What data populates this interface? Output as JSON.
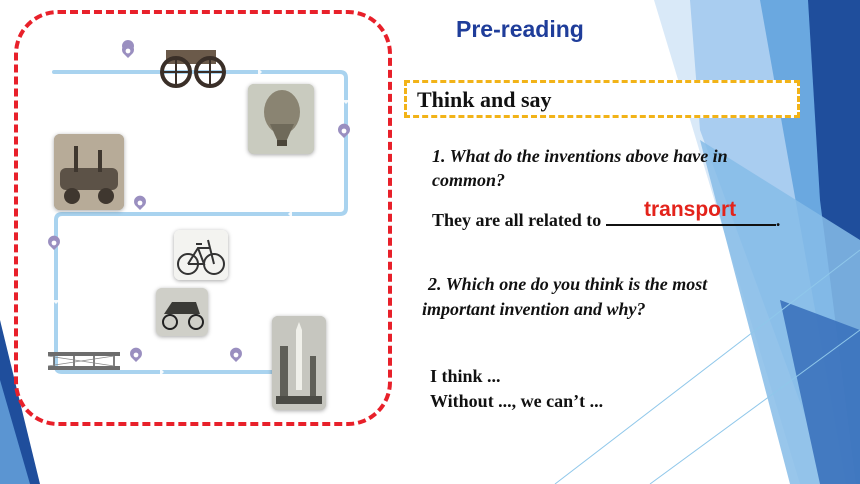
{
  "slide": {
    "title": "Pre-reading",
    "section_label": "Think and say",
    "question1_line1": "1. What do the inventions above have in",
    "question1_line2": "common?",
    "answer1_prefix": "They are all related to",
    "answer1_suffix": ".",
    "answer1_fill": "transport",
    "question2_line1": "2. Which one do you think is the most",
    "question2_line2": "important invention and why?",
    "prompt_line1": "I think ...",
    "prompt_line2": "Without ..., we can’t ..."
  },
  "colors": {
    "title": "#1f3d9a",
    "frame_border": "#e8202a",
    "box_border": "#f2b318",
    "answer": "#e3231b",
    "timeline": "#8fc7ea",
    "pin": "#9a8fc0",
    "bg_dark_blue": "#1f4e9c",
    "bg_light_blue": "#7ab4e4"
  },
  "images": [
    {
      "name": "horse-cart-image"
    },
    {
      "name": "hot-air-balloon-image"
    },
    {
      "name": "steam-engine-image"
    },
    {
      "name": "bicycle-image"
    },
    {
      "name": "early-car-image"
    },
    {
      "name": "biplane-image"
    },
    {
      "name": "rocket-image"
    }
  ]
}
